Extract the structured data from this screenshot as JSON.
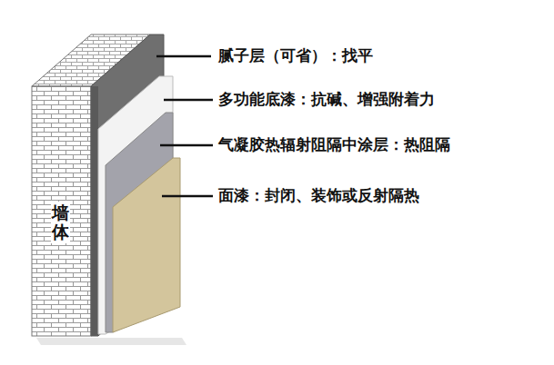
{
  "diagram": {
    "nodes": [
      {
        "text": [
          "墙体"
        ]
      }
    ],
    "labels": [
      "腻子层（可省）：找平",
      "多功能底漆：抗碱、增强附着力",
      "气凝胶热辐射阻隔中涂层：热阻隔",
      "面漆：封闭、装饰或反射隔热"
    ]
  }
}
